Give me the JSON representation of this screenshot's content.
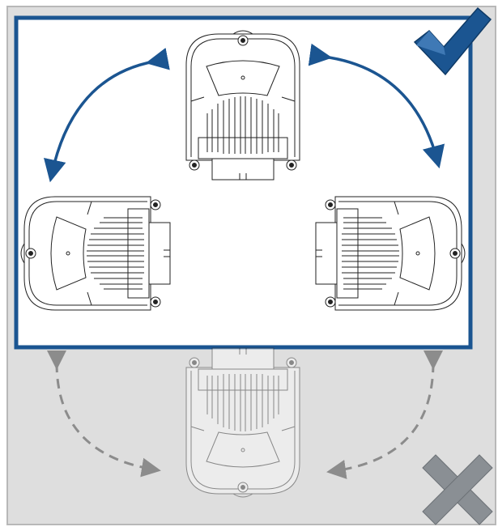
{
  "colors": {
    "allowed_frame": "#1b5591",
    "arrow_allowed": "#1b5591",
    "arrow_forbidden": "#8c8c8c",
    "background": "#dedede",
    "check": "#1b5591",
    "cross": "#8a8f94"
  },
  "orientations": [
    {
      "name": "connector-down",
      "allowed": true
    },
    {
      "name": "connector-right",
      "allowed": true
    },
    {
      "name": "connector-left",
      "allowed": true
    },
    {
      "name": "connector-up",
      "allowed": false
    }
  ],
  "icons": {
    "allowed": "checkmark-icon",
    "forbidden": "cross-icon"
  }
}
